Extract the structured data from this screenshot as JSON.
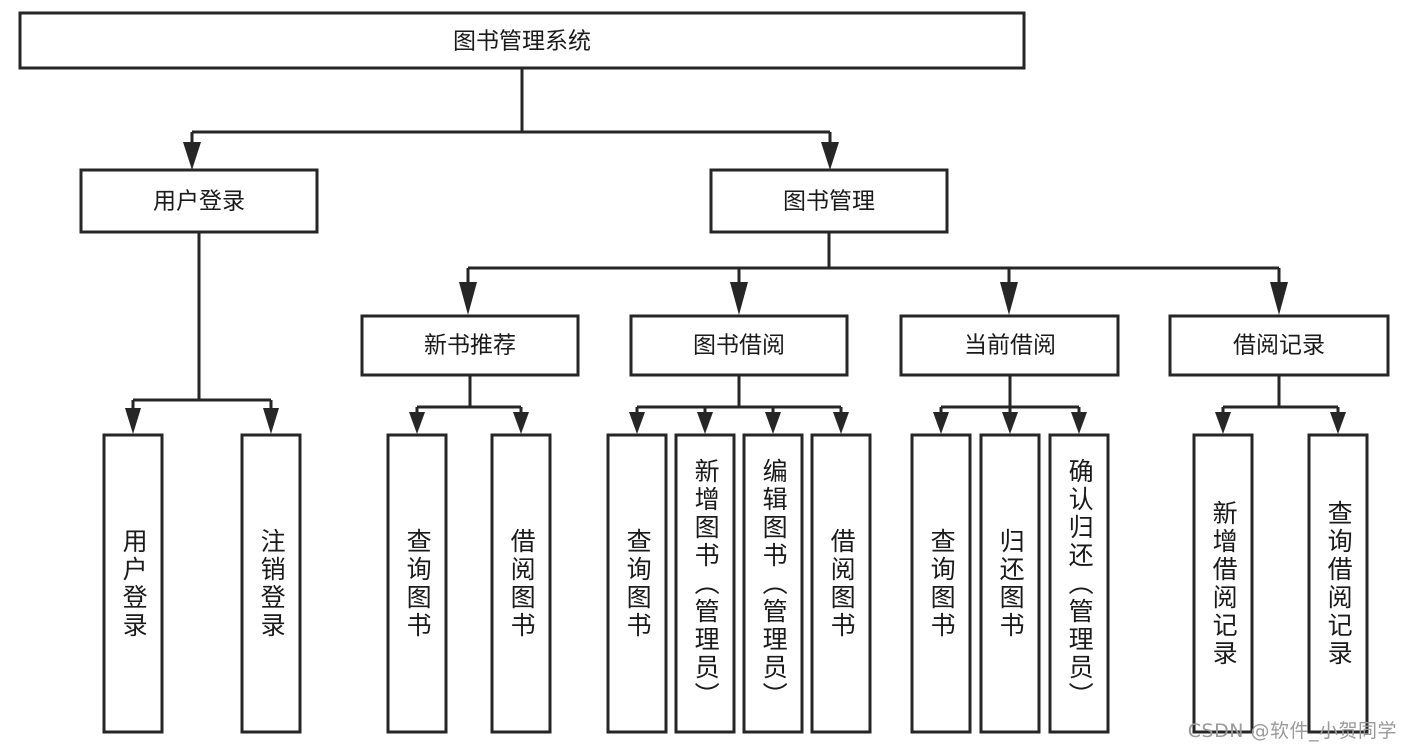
{
  "diagram": {
    "title": "图书管理系统",
    "type": "tree",
    "orientation": "top-down",
    "colors": {
      "box_fill": "#ffffff",
      "box_stroke": "#262626",
      "text": "#1a1a1a",
      "background": "#ffffff",
      "watermark": "#9a9a9a"
    },
    "root": {
      "label": "图书管理系统",
      "children": [
        {
          "label": "用户登录",
          "children": [
            {
              "label": "用户登录"
            },
            {
              "label": "注销登录"
            }
          ]
        },
        {
          "label": "图书管理",
          "children": [
            {
              "label": "新书推荐",
              "children": [
                {
                  "label": "查询图书"
                },
                {
                  "label": "借阅图书"
                }
              ]
            },
            {
              "label": "图书借阅",
              "children": [
                {
                  "label": "查询图书"
                },
                {
                  "label": "新增图书（管理员）"
                },
                {
                  "label": "编辑图书（管理员）"
                },
                {
                  "label": "借阅图书"
                }
              ]
            },
            {
              "label": "当前借阅",
              "children": [
                {
                  "label": "查询图书"
                },
                {
                  "label": "归还图书"
                },
                {
                  "label": "确认归还（管理员）"
                }
              ]
            },
            {
              "label": "借阅记录",
              "children": [
                {
                  "label": "新增借阅记录"
                },
                {
                  "label": "查询借阅记录"
                }
              ]
            }
          ]
        }
      ]
    },
    "nodes": {
      "root": "图书管理系统",
      "l1_user_login": "用户登录",
      "l1_book_manage": "图书管理",
      "l2_new_book": "新书推荐",
      "l2_borrow": "图书借阅",
      "l2_current": "当前借阅",
      "l2_record": "借阅记录",
      "leaf_user_login": "用户登录",
      "leaf_logout": "注销登录",
      "leaf_nb_query": "查询图书",
      "leaf_nb_borrow": "借阅图书",
      "leaf_bb_query": "查询图书",
      "leaf_bb_add": "新增图书（管理员）",
      "leaf_bb_edit": "编辑图书（管理员）",
      "leaf_bb_borrow": "借阅图书",
      "leaf_cb_query": "查询图书",
      "leaf_cb_return": "归还图书",
      "leaf_cb_confirm": "确认归还（管理员）",
      "leaf_rec_add": "新增借阅记录",
      "leaf_rec_query": "查询借阅记录"
    }
  },
  "watermark": {
    "text": "CSDN @软件_小贺同学"
  }
}
